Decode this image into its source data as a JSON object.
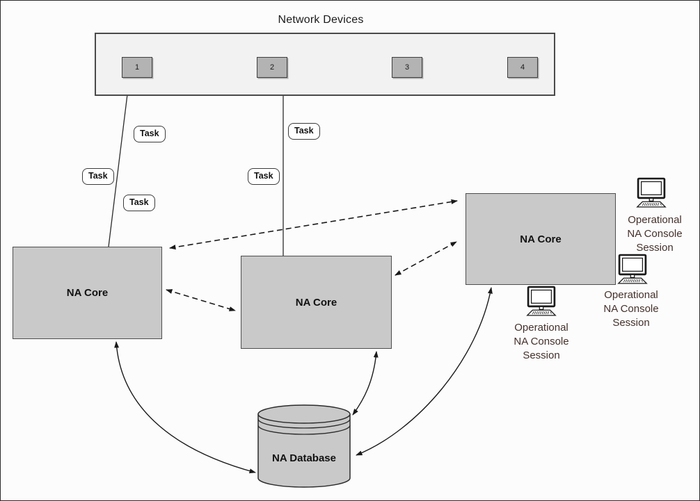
{
  "diagram": {
    "title": "Network Devices",
    "devices": [
      {
        "label": "1"
      },
      {
        "label": "2"
      },
      {
        "label": "3"
      },
      {
        "label": "4"
      }
    ],
    "cores": [
      {
        "label": "NA Core"
      },
      {
        "label": "NA Core"
      },
      {
        "label": "NA Core"
      }
    ],
    "database": {
      "label": "NA Database"
    },
    "tasks": [
      {
        "label": "Task"
      },
      {
        "label": "Task"
      },
      {
        "label": "Task"
      },
      {
        "label": "Task"
      },
      {
        "label": "Task"
      }
    ],
    "console_sessions": [
      {
        "label": "Operational NA Console Session"
      },
      {
        "label": "Operational NA Console Session"
      },
      {
        "label": "Operational NA Console Session"
      }
    ],
    "colors": {
      "background": "#fcfcfc",
      "container_fill": "#f2f2f2",
      "node_fill": "#c9c9c9",
      "device_fill": "#b3b3b3",
      "border": "#4d4d4d",
      "line": "#1a1a1a",
      "console_text": "#44302a"
    }
  }
}
